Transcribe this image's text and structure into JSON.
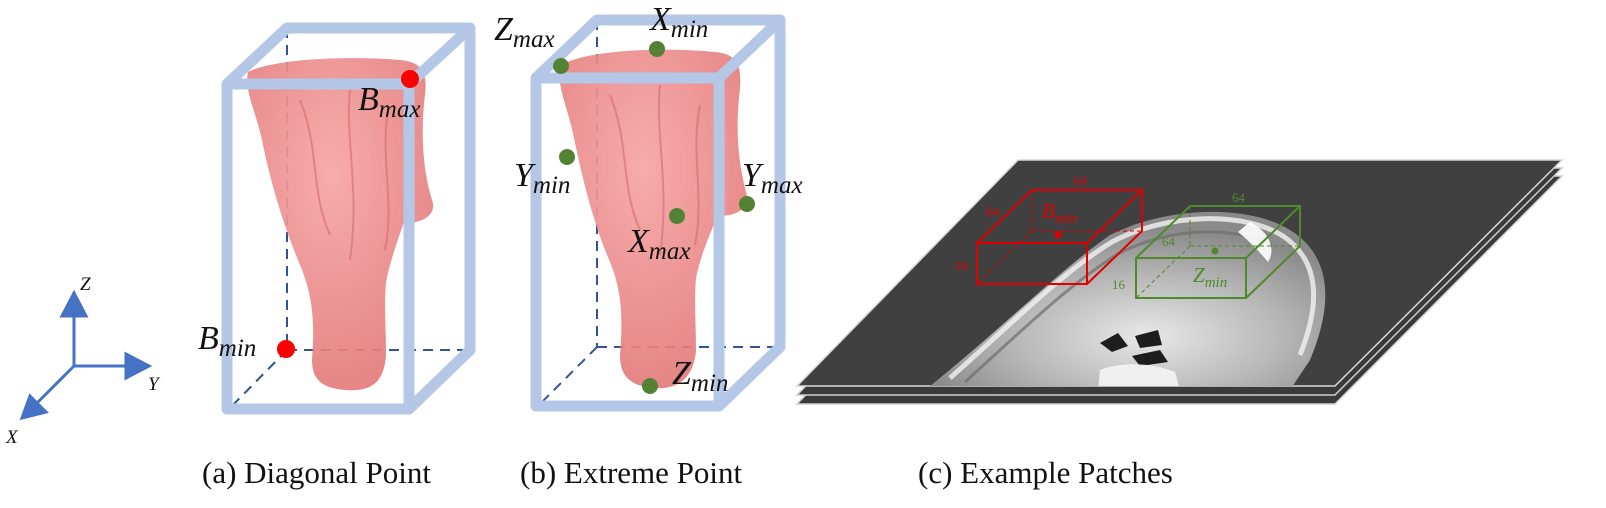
{
  "axes": {
    "x": "X",
    "y": "Y",
    "z": "Z"
  },
  "panel_a": {
    "caption": "(a) Diagonal Point",
    "b_max": {
      "main": "B",
      "sub": "max"
    },
    "b_min": {
      "main": "B",
      "sub": "min"
    }
  },
  "panel_b": {
    "caption": "(b) Extreme Point",
    "x_min": {
      "main": "X",
      "sub": "min"
    },
    "x_max": {
      "main": "X",
      "sub": "max"
    },
    "y_min": {
      "main": "Y",
      "sub": "min"
    },
    "y_max": {
      "main": "Y",
      "sub": "max"
    },
    "z_min": {
      "main": "Z",
      "sub": "min"
    },
    "z_max": {
      "main": "Z",
      "sub": "max"
    }
  },
  "panel_c": {
    "caption": "(c) Example Patches",
    "red_patch": {
      "label_main": "B",
      "label_sub": "min",
      "width": "64",
      "depth": "64",
      "height": "16"
    },
    "green_patch": {
      "label_main": "Z",
      "label_sub": "min",
      "width": "64",
      "depth": "64",
      "height": "16"
    }
  },
  "colors": {
    "box_edge": "#b4c7e7",
    "hidden_edge": "#2f5597",
    "organ": "#f08a8a",
    "diagonal_point": "#ff0000",
    "extreme_point": "#548235",
    "axis_arrow": "#4472c4",
    "red_patch": "#e00000",
    "green_patch": "#4e8a2a",
    "ct_slice": "#404040"
  }
}
